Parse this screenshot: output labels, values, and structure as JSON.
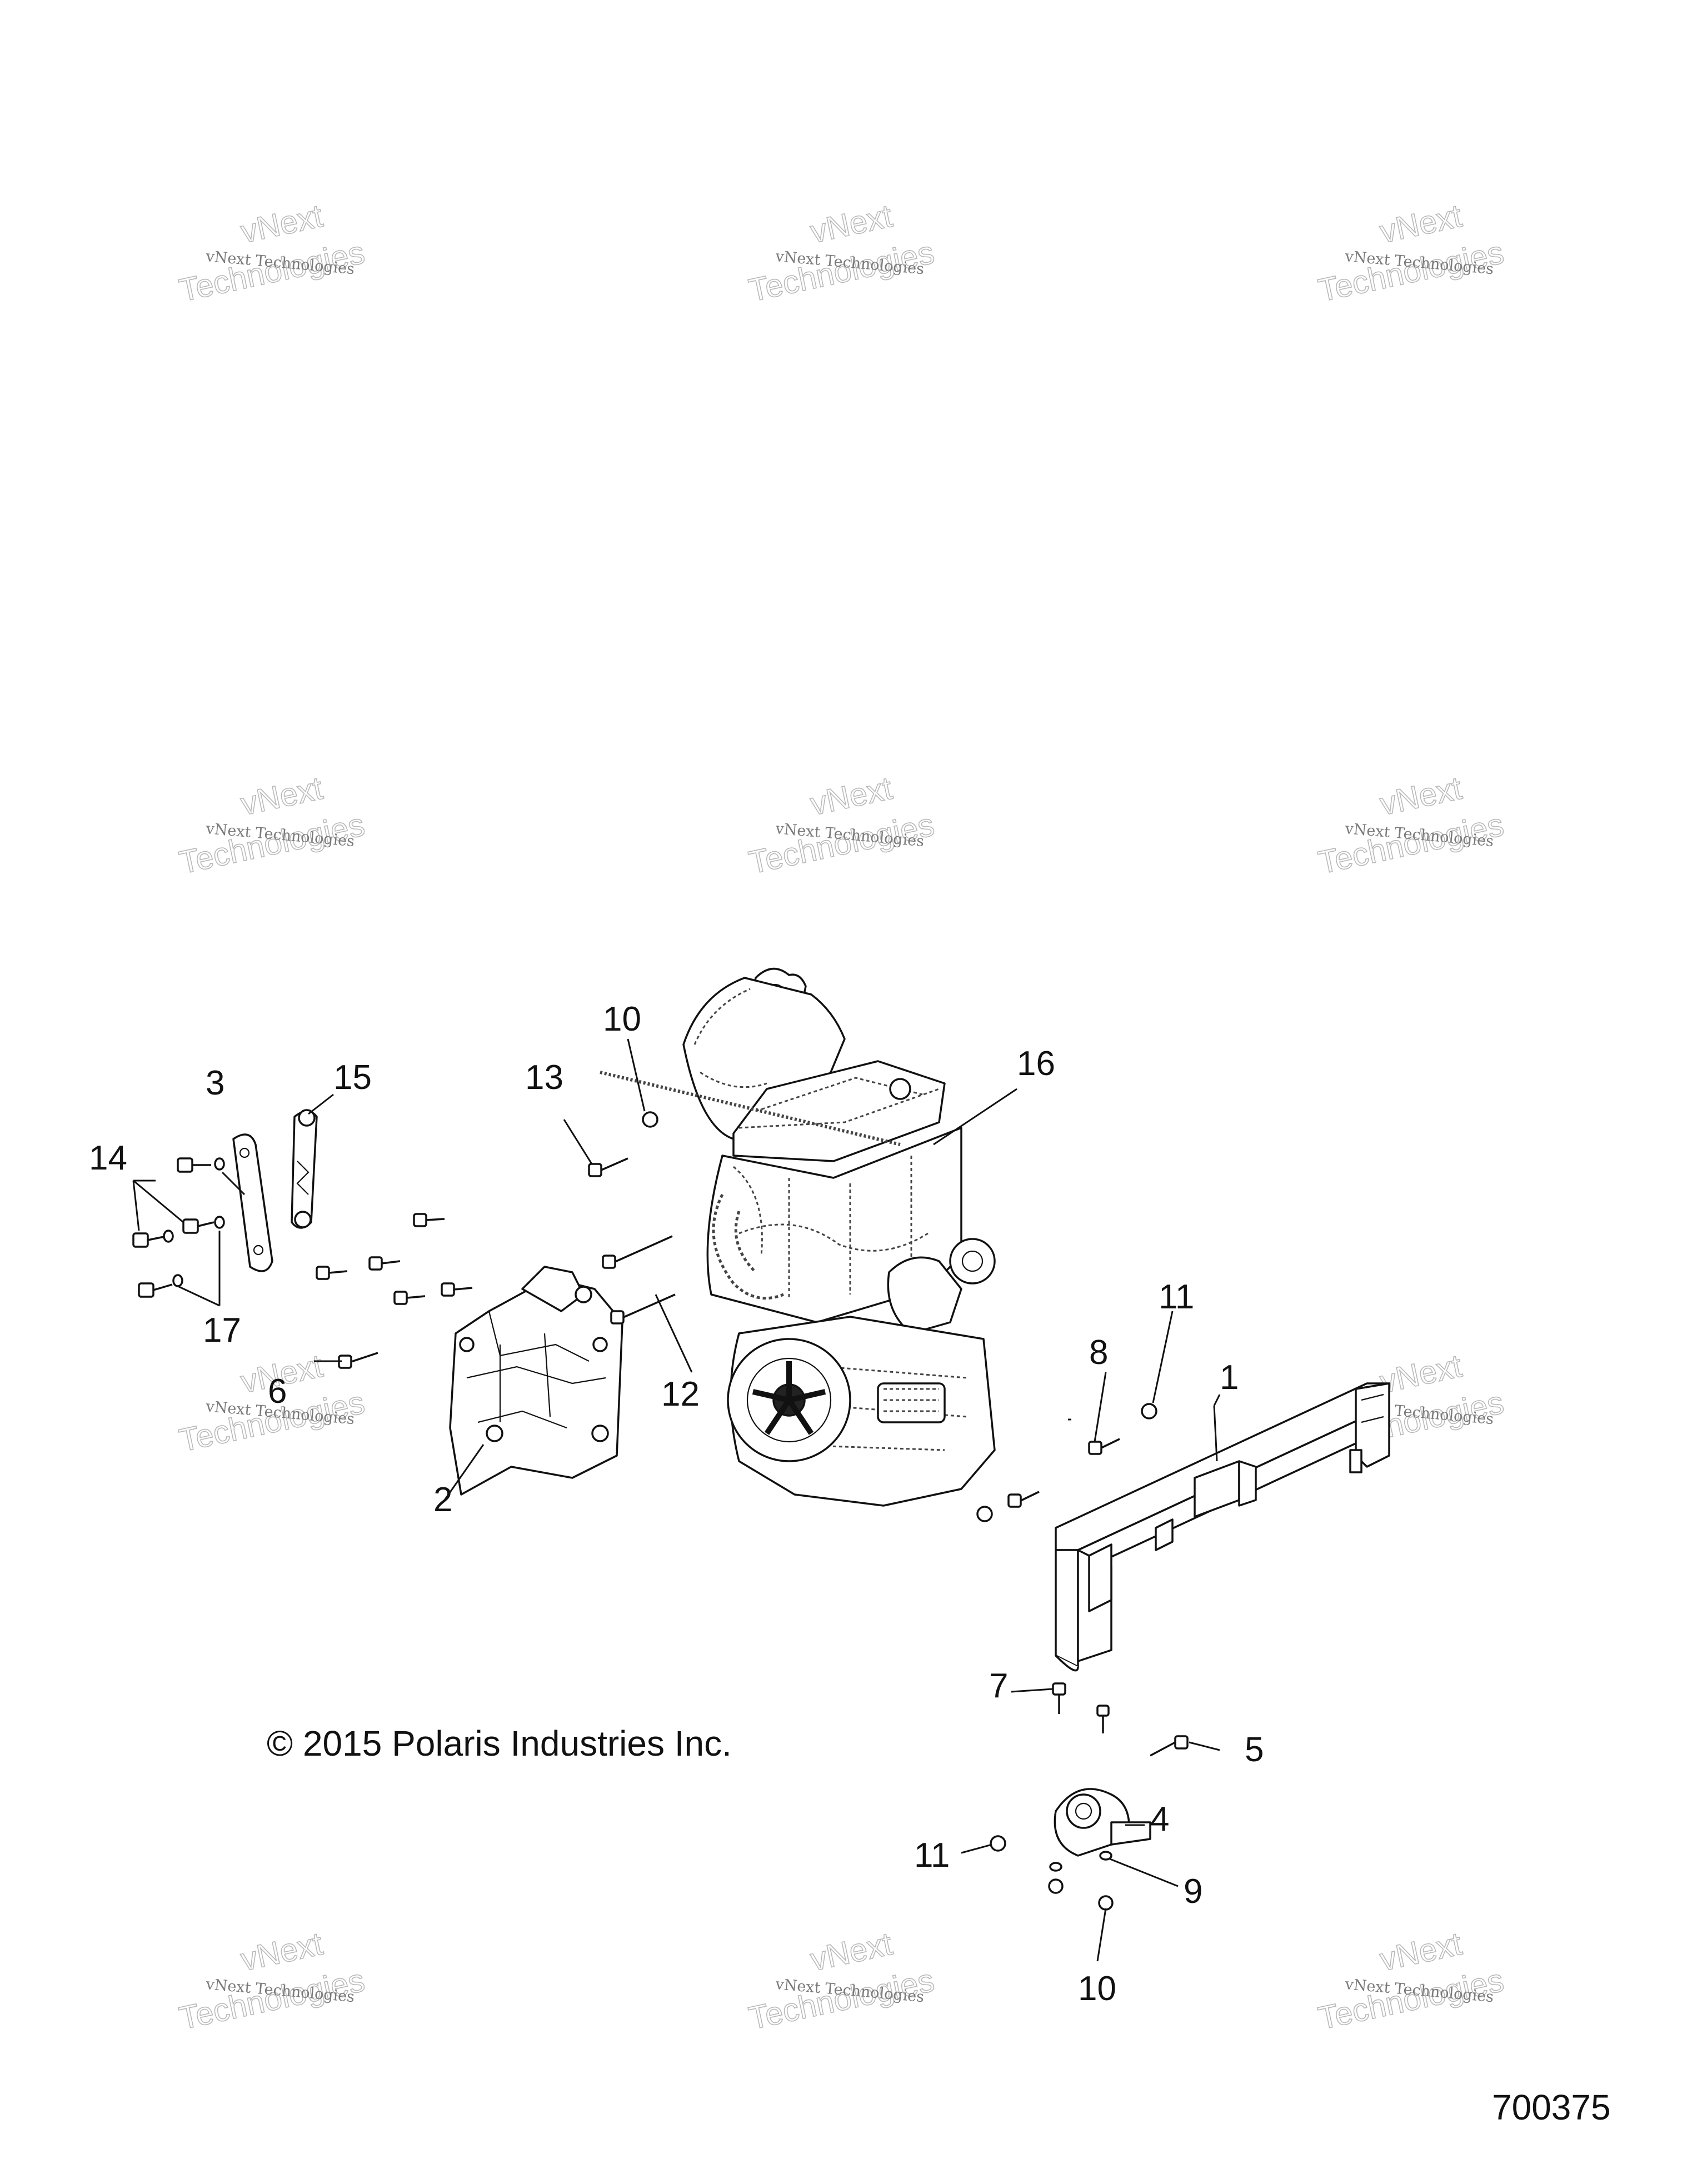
{
  "watermark": {
    "line1": "vNext Technologies",
    "line2": "vNext",
    "line3": "Technologies"
  },
  "copyright": "© 2015 Polaris Industries Inc.",
  "figure_number": "700375",
  "callouts": {
    "c1": "1",
    "c2": "2",
    "c3": "3",
    "c4": "4",
    "c5": "5",
    "c6": "6",
    "c7": "7",
    "c8": "8",
    "c9": "9",
    "c10a": "10",
    "c10b": "10",
    "c11a": "11",
    "c11b": "11",
    "c12": "12",
    "c13": "13",
    "c14": "14",
    "c15": "15",
    "c16": "16",
    "c17": "17"
  }
}
